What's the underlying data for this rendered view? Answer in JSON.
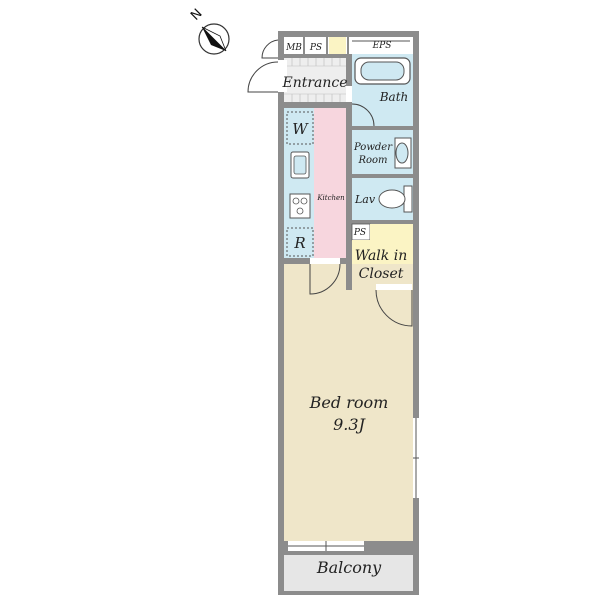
{
  "compass": {
    "label": "N"
  },
  "rooms": {
    "mb": "MB",
    "ps_top": "PS",
    "eps": "EPS",
    "entrance": "Entrance",
    "bath": "Bath",
    "powder_room_line1": "Powder",
    "powder_room_line2": "Room",
    "lav": "Lav",
    "kitchen": "Kitchen",
    "washer": "W",
    "fridge": "R",
    "ps_mid": "PS",
    "walk_in_line1": "Walk in",
    "walk_in_line2": "Closet",
    "bedroom": "Bed room",
    "bedroom_size": "9.3J",
    "balcony": "Balcony"
  },
  "colors": {
    "wall": "#8c8c8c",
    "bedroom": "#efe6c9",
    "kitchen": "#f7d6de",
    "wet": "#cfe9f2",
    "closet": "#fbf4c4",
    "balcony": "#e6e6e6",
    "entrance": "#eeeeee"
  }
}
